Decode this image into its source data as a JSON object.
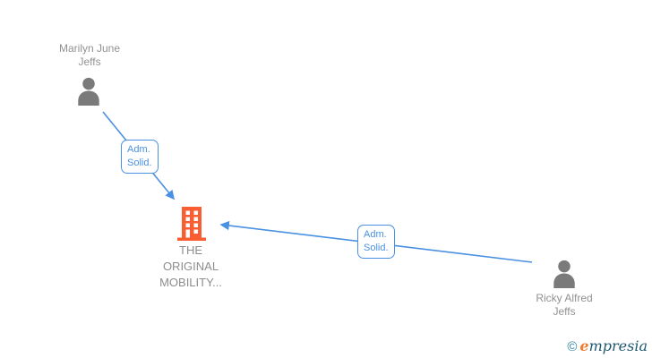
{
  "colors": {
    "edge_blue": "#4a90e2",
    "company_orange": "#f95d32",
    "person_gray": "#7a7a7a",
    "node_text_gray": "#8f8f8f",
    "watermark_teal": "#2b7f9e",
    "watermark_dark_teal": "#1d586e",
    "watermark_orange": "#ef7d2f"
  },
  "icons": {
    "person": "person-silhouette",
    "company": "office-building"
  },
  "diagram": {
    "nodes": {
      "person1": {
        "kind": "person",
        "name_line1": "Marilyn June",
        "name_line2": "Jeffs"
      },
      "company": {
        "kind": "company",
        "name_line1": "THE",
        "name_line2": "ORIGINAL",
        "name_line3": "MOBILITY..."
      },
      "person2": {
        "kind": "person",
        "name_line1": "Ricky Alfred",
        "name_line2": "Jeffs"
      }
    },
    "edges": [
      {
        "from": "Marilyn June Jeffs",
        "to": "THE ORIGINAL MOBILITY...",
        "label_line1": "Adm.",
        "label_line2": "Solid."
      },
      {
        "from": "Ricky Alfred Jeffs",
        "to": "THE ORIGINAL MOBILITY...",
        "label_line1": "Adm.",
        "label_line2": "Solid."
      }
    ]
  },
  "watermark": {
    "copyright": "©",
    "brand_initial": "e",
    "brand_rest": "mpresia"
  }
}
